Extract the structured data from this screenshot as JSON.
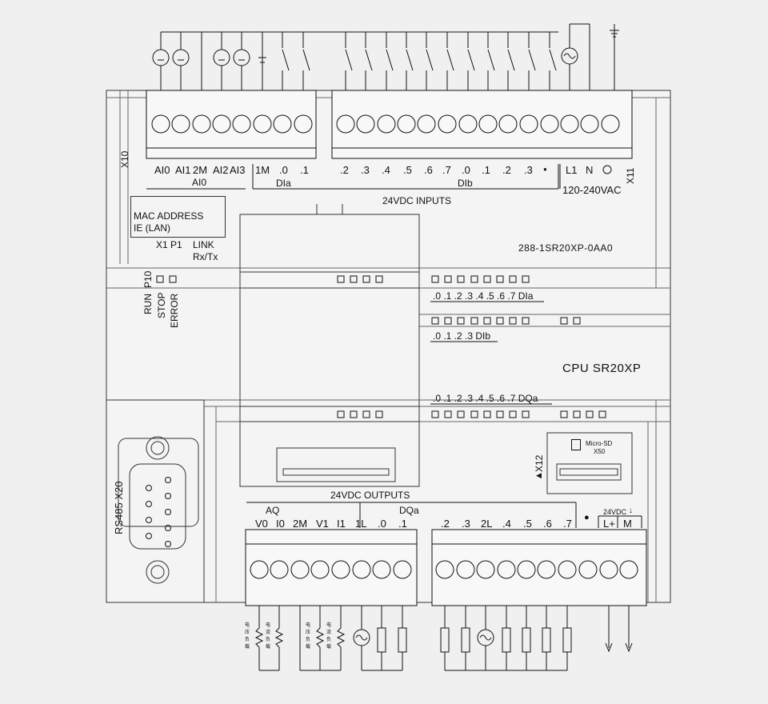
{
  "input_terminals": {
    "analog_labels": [
      "AI0",
      "AI1",
      "2M",
      "AI2",
      "AI3"
    ],
    "analog_group": "AI0",
    "digital_labels_a": [
      "1M",
      ".0",
      ".1"
    ],
    "digital_group_a": "DIa",
    "digital_labels_b": [
      ".2",
      ".3",
      ".4",
      ".5",
      ".6",
      ".7",
      ".0",
      ".1",
      ".2",
      ".3"
    ],
    "digital_group_b": "DIb",
    "power_labels": [
      "L1",
      "N"
    ],
    "power_voltage": "120-240VAC",
    "connector_x10": "X10",
    "connector_x11": "X11",
    "section_title": "24VDC INPUTS"
  },
  "module": {
    "mac_label": "MAC ADDRESS",
    "lan_label": "IE (LAN)",
    "x1p1_label": "X1 P1",
    "link_label": "LINK",
    "rxtx_label": "Rx/Tx",
    "order_number": "288-1SR20XP-0AA0",
    "cpu_name": "CPU  SR20XP",
    "status_run": "RUN",
    "status_stop": "STOP",
    "status_error": "ERROR",
    "status_prio": "P10"
  },
  "indicators": {
    "dia_label": ".0 .1 .2 .3 .4 .5 .6 .7 DIa",
    "dib_label": ".0 .1 .2 .3 DIb",
    "dqa_label": ".0 .1 .2 .3 .4 .5 .6 .7 DQa"
  },
  "sd": {
    "label": "Micro-SD",
    "connector": "X50",
    "x12": "X12"
  },
  "rs485": {
    "label": "RS485 X20"
  },
  "output_terminals": {
    "section_title": "24VDC OUTPUTS",
    "aq_group": "AQ",
    "aq_labels": [
      "V0",
      "I0",
      "2M",
      "V1",
      "I1"
    ],
    "dq_group": "DQa",
    "dq_labels": [
      "1L",
      ".0",
      ".1",
      ".2",
      ".3",
      "2L",
      ".4",
      ".5",
      ".6",
      ".7"
    ],
    "supply_title": "24VDC",
    "supply_labels": [
      "L+",
      "M"
    ]
  },
  "loads": {
    "voltage_load": "电压负载",
    "current_load": "电流负载"
  }
}
